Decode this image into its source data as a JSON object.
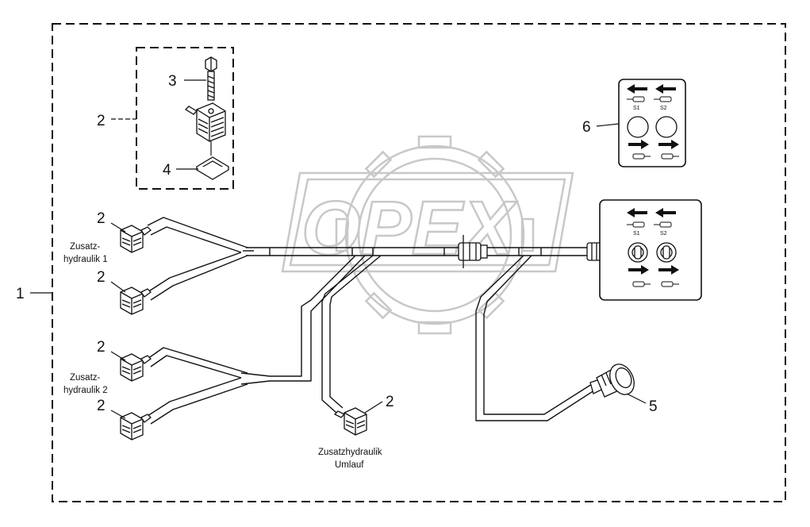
{
  "watermark": {
    "text": "OPEX"
  },
  "callouts": {
    "assembly": "1",
    "connector": "2",
    "bolt": "3",
    "seal": "4",
    "plug": "5",
    "switch_panel": "6"
  },
  "captions": {
    "group1_line1": "Zusatz-",
    "group1_line2": "hydraulik 1",
    "group2_line1": "Zusatz-",
    "group2_line2": "hydraulik 2",
    "circulation_line1": "Zusatzhydraulik",
    "circulation_line2": "Umlauf"
  },
  "panel_labels": {
    "s1": "S1",
    "s2": "S2"
  },
  "colors": {
    "line": "#111111",
    "watermark": "#c8c8c8",
    "background": "#ffffff"
  }
}
